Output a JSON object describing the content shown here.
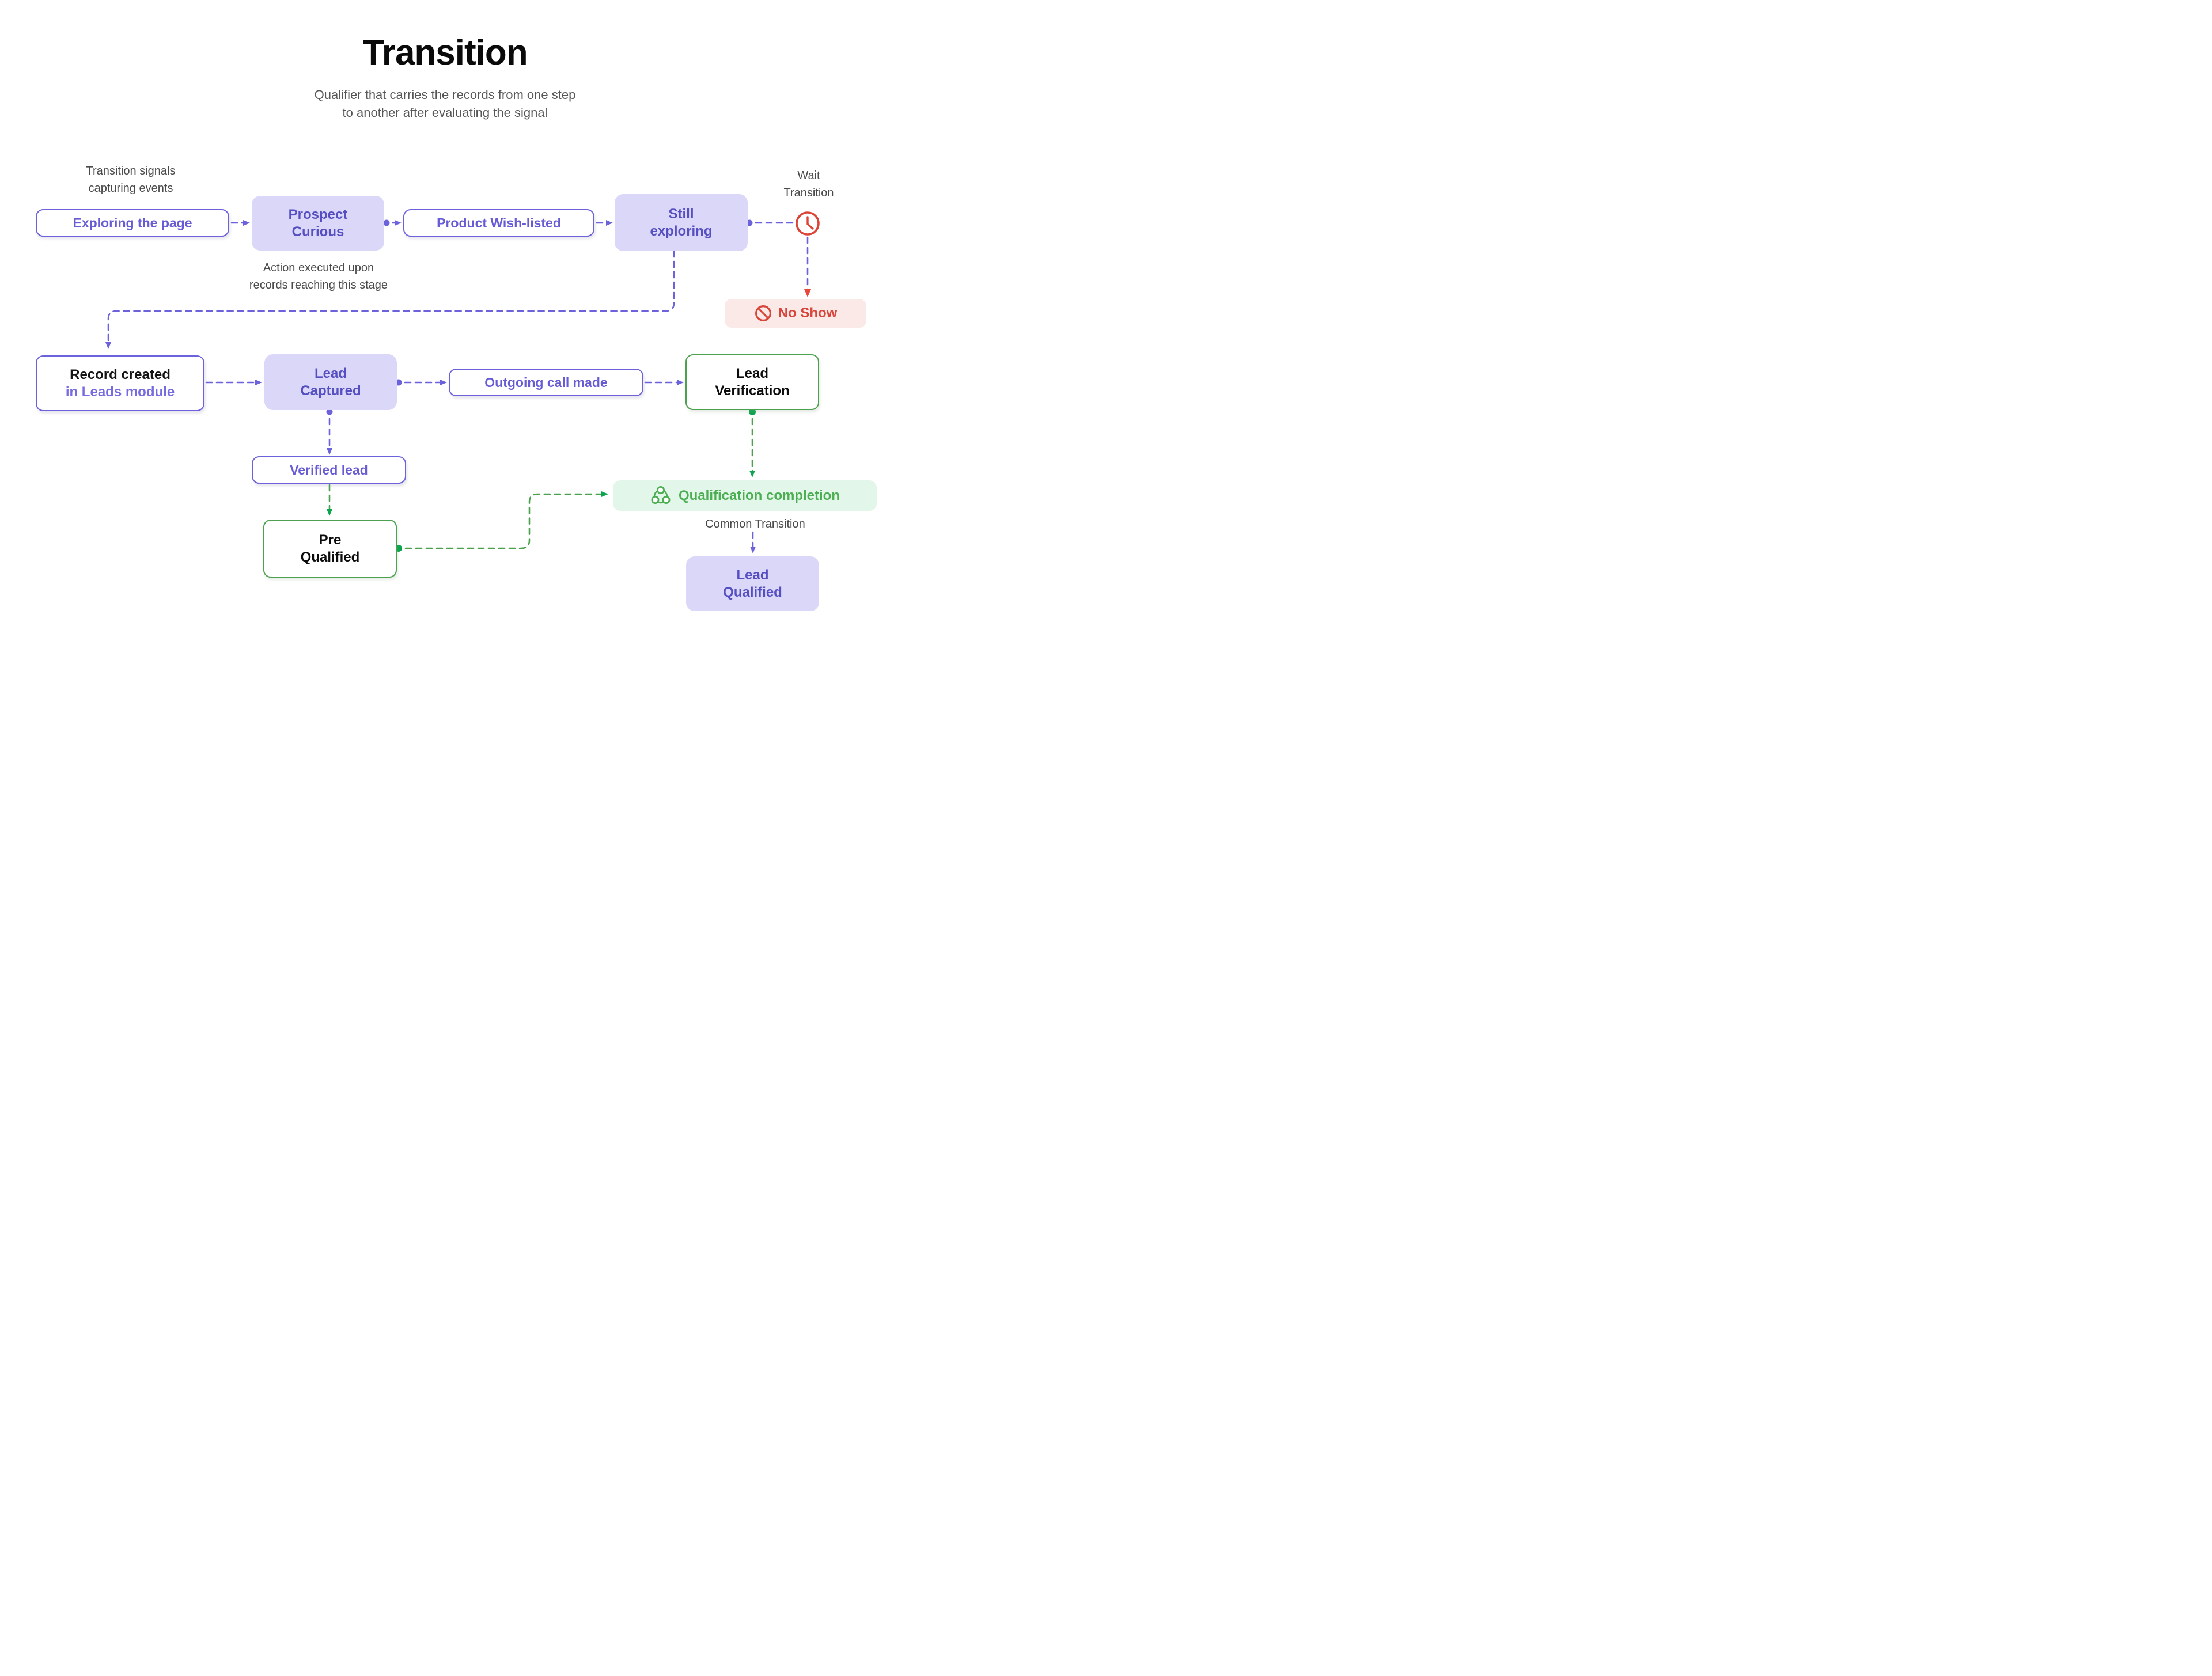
{
  "title": "Transition",
  "subtitle": "Qualifier that carries the records from one step\nto another after evaluating the signal",
  "annotations": {
    "signals": "Transition signals\ncapturing events",
    "action": "Action executed upon\nrecords reaching this stage",
    "wait": "Wait\nTransition",
    "common": "Common Transition"
  },
  "nodes": {
    "exploring": "Exploring the page",
    "prospect": "Prospect\nCurious",
    "wishlisted": "Product Wish-listed",
    "still_exploring": "Still\nexploring",
    "no_show": "No Show",
    "record_created_line1": "Record created",
    "record_created_line2": "in Leads module",
    "lead_captured": "Lead\nCaptured",
    "outgoing_call": "Outgoing call made",
    "lead_verification": "Lead\nVerification",
    "verified_lead": "Verified lead",
    "pre_qualified": "Pre\nQualified",
    "qualification_completion": "Qualification completion",
    "lead_qualified": "Lead\nQualified"
  },
  "icons": {
    "wait_icon": "clock-icon",
    "no_show_icon": "no-entry-icon",
    "qualification_icon": "group-icon"
  },
  "colors": {
    "purple": "#6B62DC",
    "purple_text": "#675CD4",
    "purple_fill": "#DAD7F8",
    "purple_fill_text": "#564FC2",
    "purple_light_text": "#766BE0",
    "green": "#4CA14F",
    "green_bright": "#0AA54E",
    "green_fill": "#E2F6E9",
    "green_text": "#4CAE52",
    "red": "#DB4437",
    "red_fill": "#FAE9E7",
    "red_text": "#D8453B",
    "gray_text": "#4A4A4A"
  }
}
